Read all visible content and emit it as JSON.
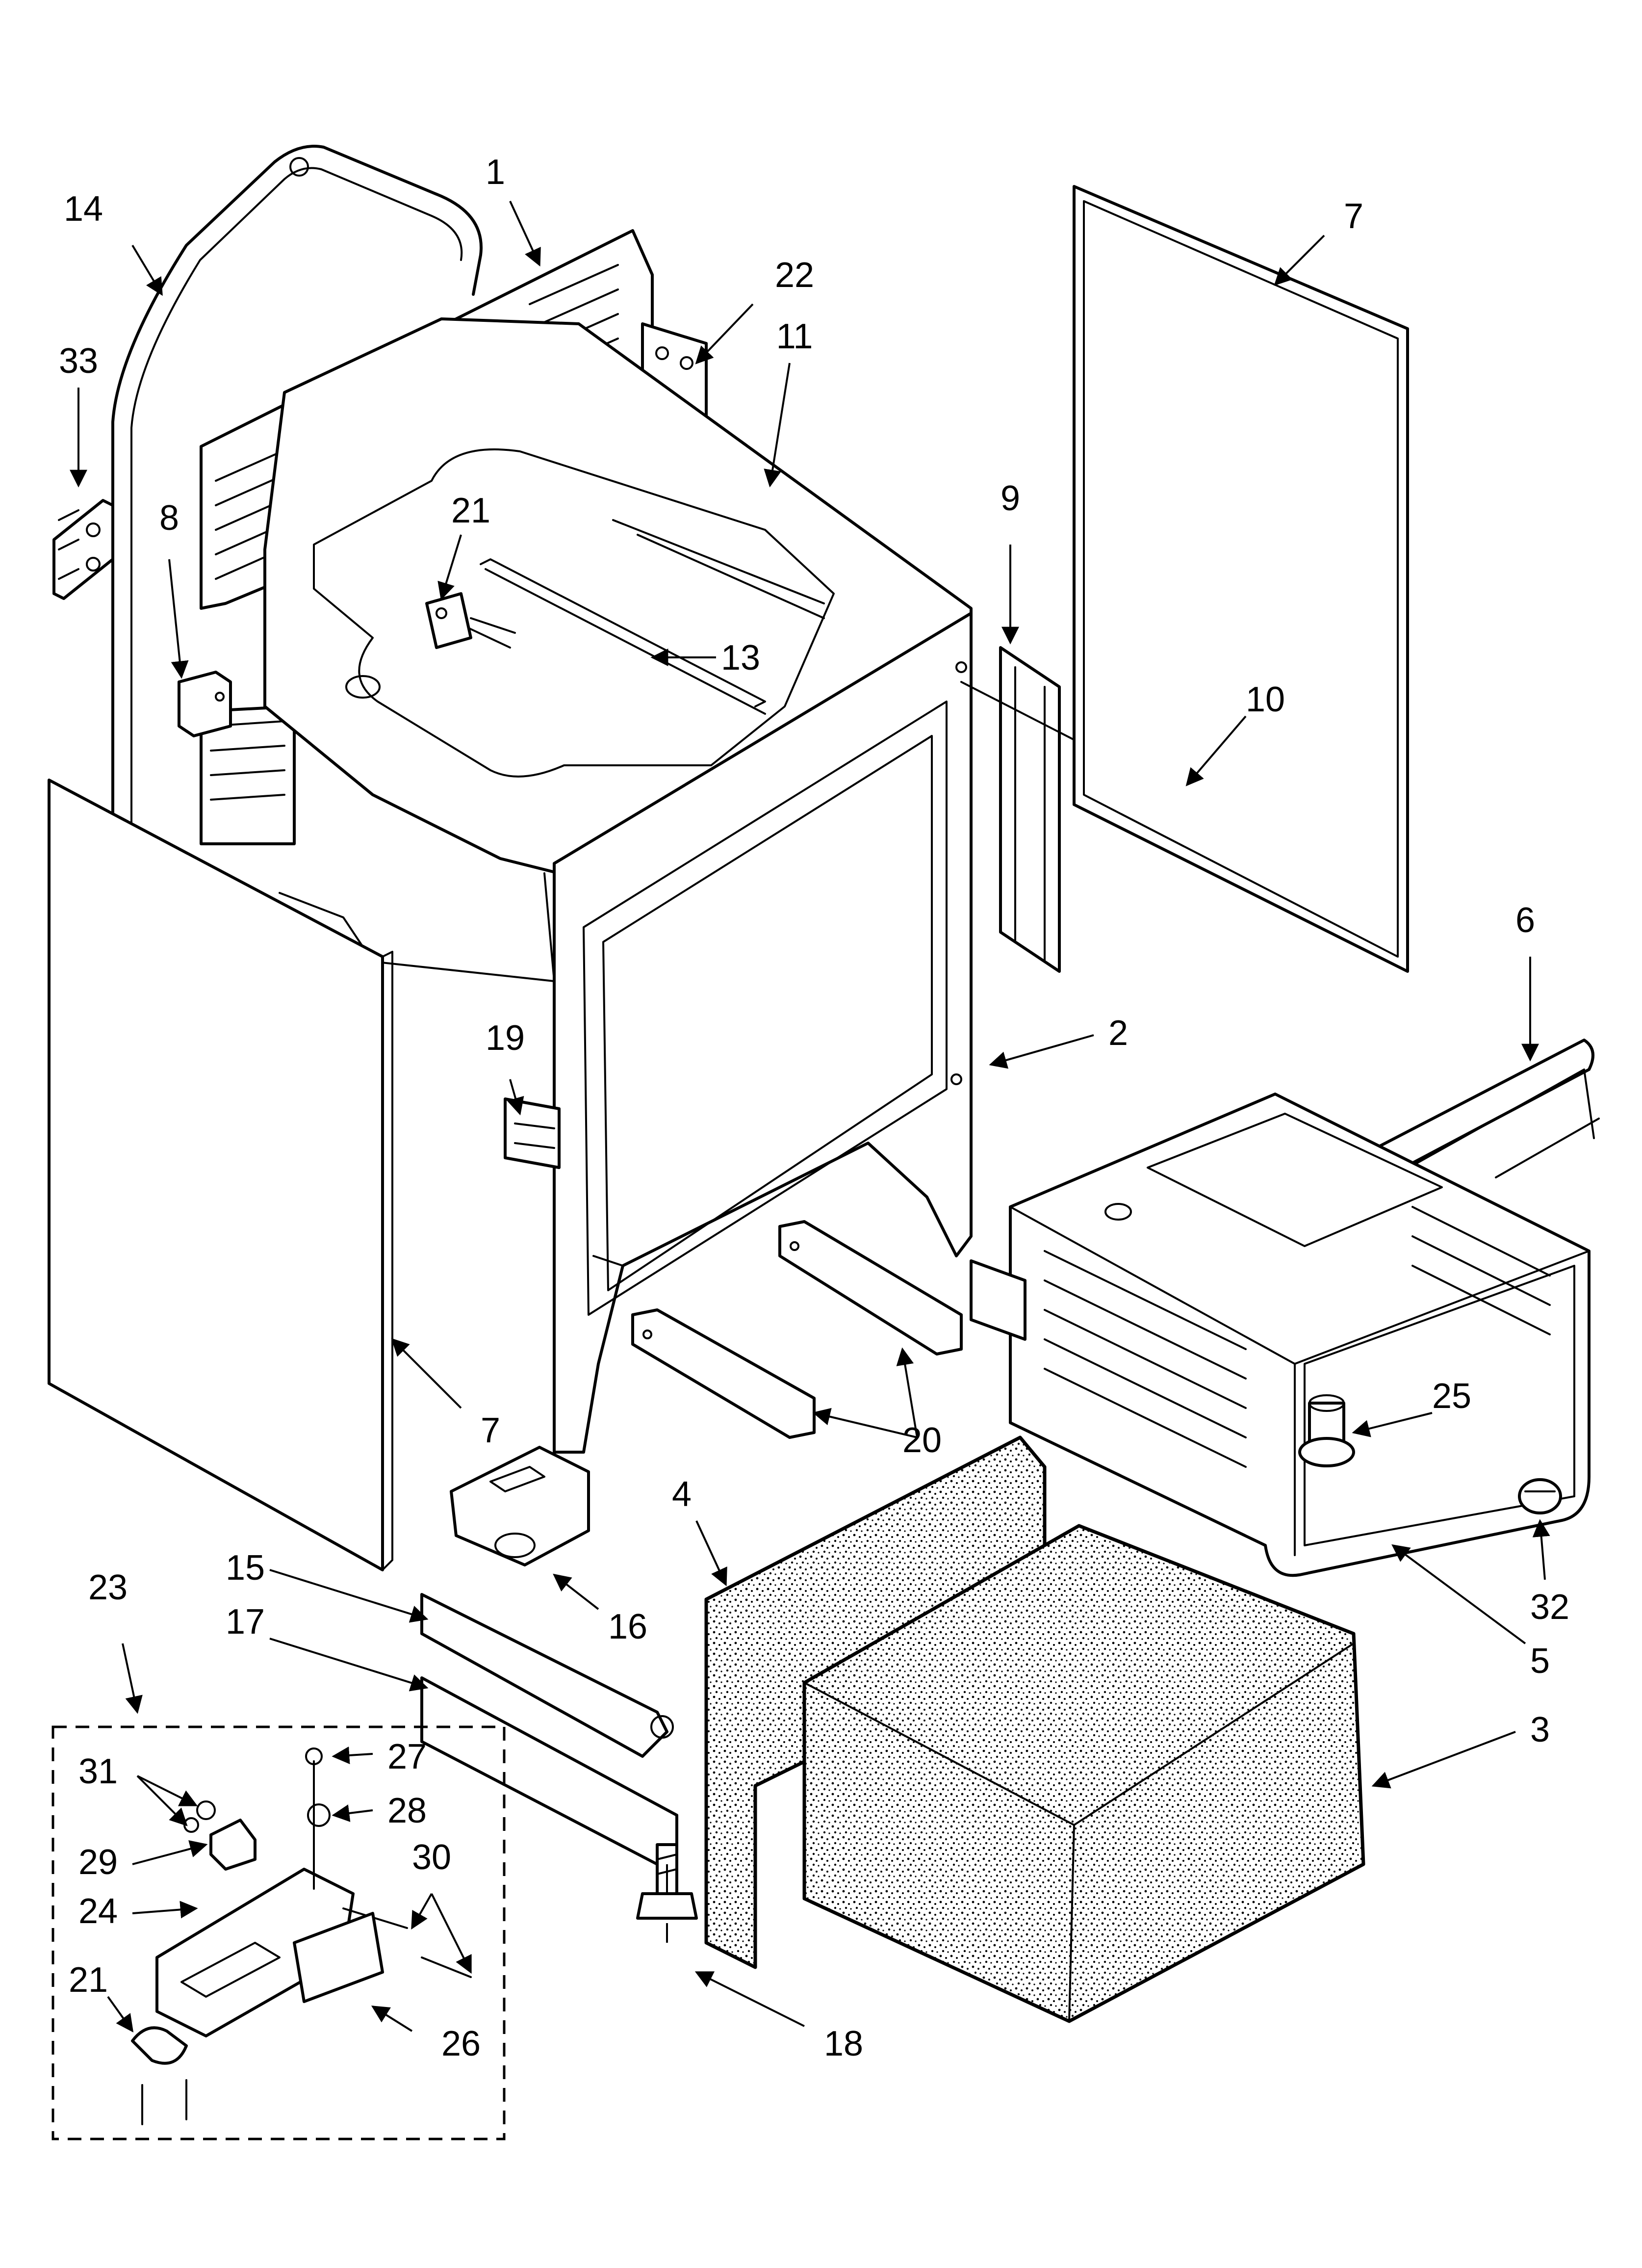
{
  "diagram": {
    "callouts": {
      "c1": "1",
      "c2": "2",
      "c3": "3",
      "c4": "4",
      "c5": "5",
      "c6": "6",
      "c7a": "7",
      "c7b": "7",
      "c8": "8",
      "c9": "9",
      "c10": "10",
      "c11": "11",
      "c13": "13",
      "c14": "14",
      "c15": "15",
      "c16": "16",
      "c17": "17",
      "c18": "18",
      "c19": "19",
      "c20": "20",
      "c21a": "21",
      "c21b": "21",
      "c22": "22",
      "c23": "23",
      "c24": "24",
      "c25": "25",
      "c26": "26",
      "c27": "27",
      "c28": "28",
      "c29": "29",
      "c30": "30",
      "c31": "31",
      "c32": "32",
      "c33": "33"
    }
  }
}
